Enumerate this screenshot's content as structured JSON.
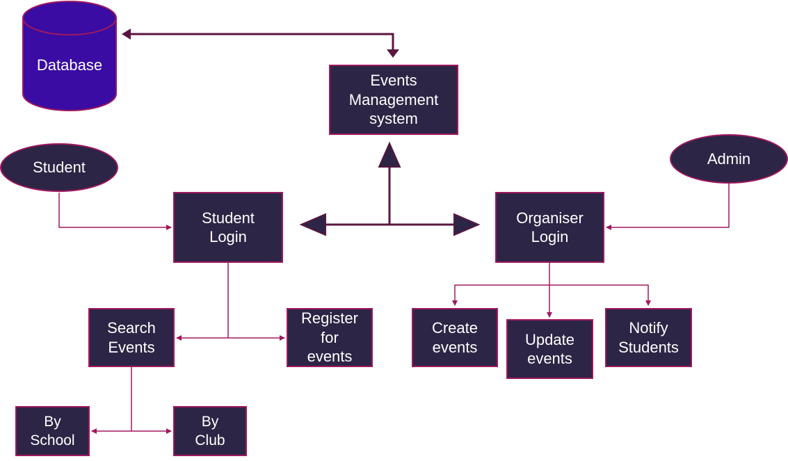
{
  "colors": {
    "node_fill": "#2d2545",
    "node_border": "#a0185e",
    "database_fill": "#3a0ca3",
    "edge_thick": "#5a1640",
    "edge_thin": "#a0185e",
    "text": "#ffffff"
  },
  "nodes": {
    "database": "Database",
    "ems": "Events\nManagement\nsystem",
    "student": "Student",
    "admin": "Admin",
    "student_login": "Student\nLogin",
    "organiser_login": "Organiser\nLogin",
    "search_events": "Search\nEvents",
    "register_events": "Register\nfor\nevents",
    "create_events": "Create\nevents",
    "update_events": "Update\nevents",
    "notify_students": "Notify\nStudents",
    "by_school": "By\nSchool",
    "by_club": "By\nClub"
  }
}
